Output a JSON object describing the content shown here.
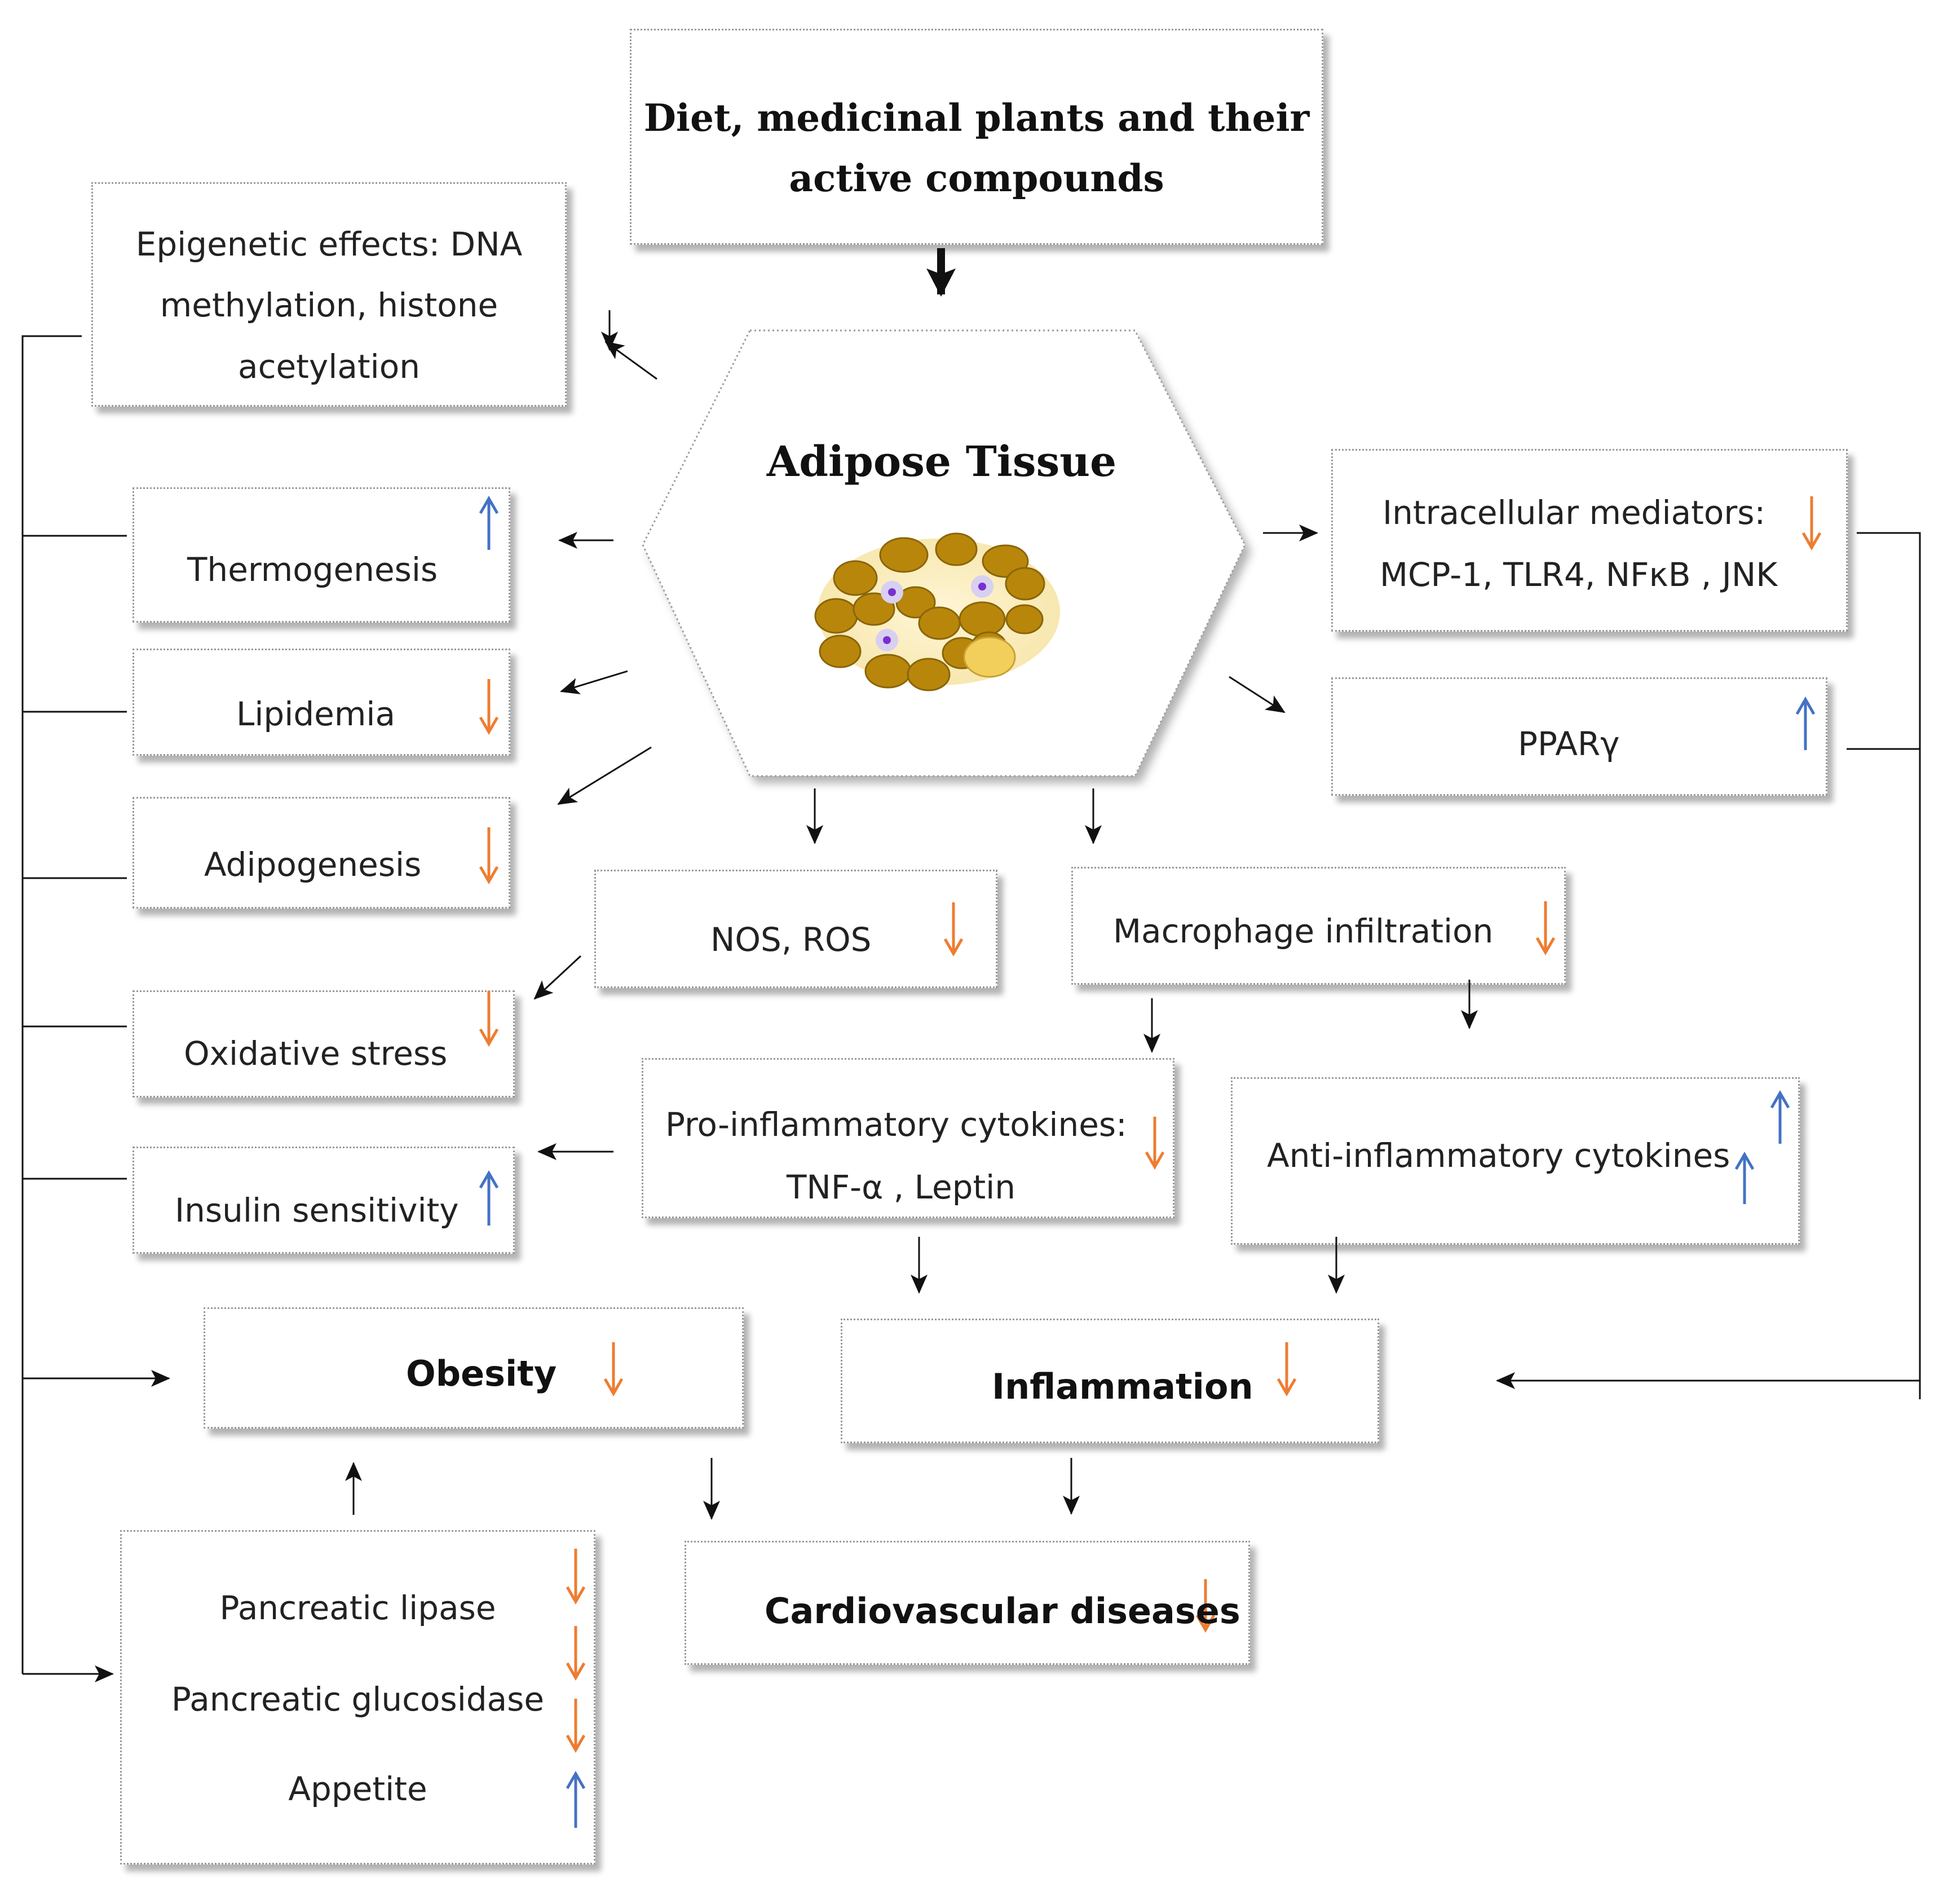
{
  "source": {
    "line1": "Diet, medicinal plants and their",
    "line2": "active compounds"
  },
  "center": {
    "title": "Adipose Tissue"
  },
  "epigenetic": {
    "line1": "Epigenetic effects: DNA",
    "line2": "methylation, histone",
    "line3": "acetylation"
  },
  "thermogenesis": {
    "label": "Thermogenesis",
    "direction": "up"
  },
  "lipidemia": {
    "label": "Lipidemia",
    "direction": "down"
  },
  "adipogenesis": {
    "label": "Adipogenesis",
    "direction": "down"
  },
  "oxidative": {
    "label": "Oxidative stress",
    "direction": "down"
  },
  "insulin": {
    "label": "Insulin sensitivity",
    "direction": "up"
  },
  "mediators": {
    "line1": "Intracellular mediators:",
    "line2": "MCP-1, TLR4, NFκB , JNK",
    "direction": "down"
  },
  "ppar": {
    "label": "PPARγ",
    "direction": "up"
  },
  "nos": {
    "label": "NOS, ROS",
    "direction": "down"
  },
  "macrophage": {
    "label": "Macrophage infiltration",
    "direction": "down"
  },
  "proinflam": {
    "line1": "Pro-inflammatory cytokines:",
    "line2": "TNF-α , Leptin",
    "direction": "down"
  },
  "antiinflam": {
    "label": "Anti-inflammatory cytokines",
    "direction": "up"
  },
  "obesity": {
    "label": "Obesity",
    "direction": "down"
  },
  "inflammation": {
    "label": "Inflammation",
    "direction": "down"
  },
  "cvd": {
    "label": "Cardiovascular diseases",
    "direction": "down"
  },
  "enzymes": {
    "items": [
      {
        "label": "Pancreatic lipase",
        "direction": "down"
      },
      {
        "label": "Pancreatic glucosidase",
        "direction": "down"
      },
      {
        "label": "Appetite",
        "direction": "up"
      }
    ]
  },
  "colors": {
    "down_arrow": "#ed7d31",
    "up_arrow": "#4472c4",
    "connector": "#111111",
    "fat_cell": "#b8860b",
    "fat_cell_light": "#f2cf5b",
    "nucleus": "#7a2fd0"
  }
}
